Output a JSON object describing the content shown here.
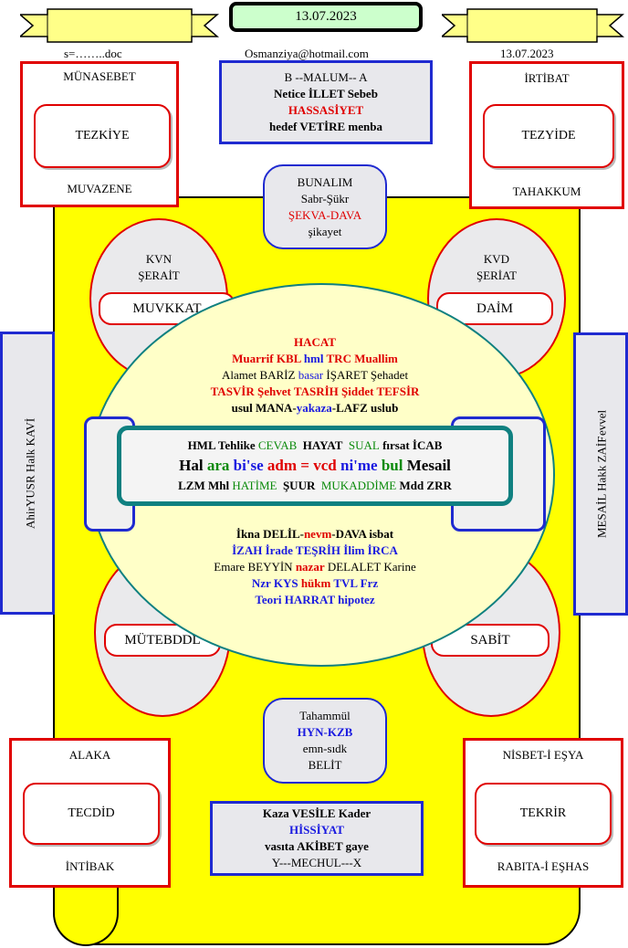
{
  "header": {
    "date_box": "13.07.2023",
    "left_note": "s=……..doc",
    "email": "Osmanziya@hotmail.com",
    "right_date": "13.07.2023"
  },
  "top_left": {
    "top": "MÜNASEBET",
    "inner": "TEZKİYE",
    "bottom": "MUVAZENE"
  },
  "top_right": {
    "top": "İRTİBAT",
    "inner": "TEZYİDE",
    "bottom": "TAHAKKUM"
  },
  "bottom_left": {
    "top": "ALAKA",
    "inner": "TECDİD",
    "bottom": "İNTİBAK"
  },
  "bottom_right": {
    "top": "NİSBET-İ EŞYA",
    "inner": "TEKRİR",
    "bottom": "RABITA-İ EŞHAS"
  },
  "top_center": {
    "l1": "B --MALUM-- A",
    "l2": "Netice İLLET Sebeb",
    "l3": "HASSASİYET",
    "l4": "hedef VETİRE menba"
  },
  "bottom_center": {
    "l1": "Kaza VESİLE Kader",
    "l2": "HİSSİYAT",
    "l3": "vasıta AKİBET gaye",
    "l4": "Y---MECHUL---X"
  },
  "upper_pill": {
    "l1": "BUNALIM",
    "l2": "Sabr-Şükr",
    "l3": "ŞEKVA-DAVA",
    "l4": "şikayet"
  },
  "lower_pill": {
    "l1": "Tahammül",
    "l2": "HYN-KZB",
    "l3": "emn-sıdk",
    "l4": "BELİT"
  },
  "ellipse_tl": {
    "l1": "KVN",
    "l2": "ŞERAİT",
    "box": "MUVKKAT"
  },
  "ellipse_tr": {
    "l1": "KVD",
    "l2": "ŞERİAT",
    "box": "DAİM"
  },
  "ellipse_bl": {
    "box": "MÜTEBDDL"
  },
  "ellipse_br": {
    "box": "SABİT"
  },
  "left_side": {
    "line1": "Ahir",
    "line2": "YUSR Halk KAVİ"
  },
  "right_side": {
    "line1": "MESAİL   Hakk ZAİF",
    "line2": "evvel"
  },
  "circle_top": {
    "t1": "HACAT",
    "r2a": "Muarrif",
    "r2b": "KBL",
    "r2c": "hml",
    "r2d": "TRC",
    "r2e": "Muallim",
    "r3a": "Alamet  BARİZ",
    "r3b": "basar",
    "r3c": "İŞARET Şehadet",
    "r4a": "TASVİR",
    "r4b": "Şehvet",
    "r4c": "TASRİH",
    "r4d": "Şiddet",
    "r4e": "TEFSİR",
    "r5a": "usul MANA-",
    "r5b": "yakaza",
    "r5c": "-LAFZ uslub"
  },
  "center_box": {
    "r1a": "HML  Tehlike",
    "r1b": "CEVAB",
    "r1c": "HAYAT",
    "r1d": "SUAL",
    "r1e": "fırsat İCAB",
    "r2a": "Hal",
    "r2b": "ara",
    "r2c": "bi'se",
    "r2d": "adm",
    "r2e": "= vcd",
    "r2f": "ni'me",
    "r2g": "bul",
    "r2h": "Mesail",
    "r3a": "LZM Mhl",
    "r3b": "HATİME",
    "r3c": "ŞUUR",
    "r3d": "MUKADDİME",
    "r3e": "Mdd ZRR"
  },
  "circle_bottom": {
    "r1a": "İkna DELİL-",
    "r1b": "nevm",
    "r1c": "-DAVA isbat",
    "r2": "İZAH İrade TEŞRİH İlim İRCA",
    "r3a": "Emare BEYYİN",
    "r3b": "nazar",
    "r3c": "DELALET Karine",
    "r4a": "Nzr",
    "r4b": "KYS",
    "r4c": "hükm",
    "r4d": "TVL",
    "r4e": "Frz",
    "r5": "Teori HARRAT hipotez"
  },
  "colors": {
    "yellow": "#ffff00",
    "red": "#e00000",
    "blue": "#1f2ad0",
    "teal": "#0f8080",
    "circle_fill": "#ffffc8",
    "gray_fill": "#e8e8ec"
  }
}
